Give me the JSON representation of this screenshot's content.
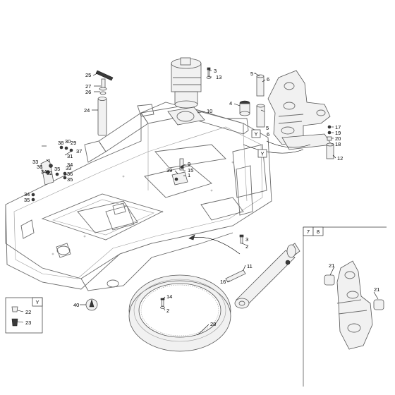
{
  "labels": [
    {
      "id": "l25a",
      "text": "25"
    },
    {
      "id": "l27",
      "text": "27"
    },
    {
      "id": "l26",
      "text": "26"
    },
    {
      "id": "l24",
      "text": "24"
    },
    {
      "id": "l3a",
      "text": "3"
    },
    {
      "id": "l13",
      "text": "13"
    },
    {
      "id": "l10",
      "text": "10"
    },
    {
      "id": "l5",
      "text": "5"
    },
    {
      "id": "l6a",
      "text": "6"
    },
    {
      "id": "l4",
      "text": "4"
    },
    {
      "id": "l6b",
      "text": "6"
    },
    {
      "id": "l5b",
      "text": "5"
    },
    {
      "id": "l17",
      "text": "17"
    },
    {
      "id": "l19",
      "text": "19"
    },
    {
      "id": "l20",
      "text": "20"
    },
    {
      "id": "l18",
      "text": "18"
    },
    {
      "id": "l12",
      "text": "12"
    },
    {
      "id": "l38",
      "text": "38"
    },
    {
      "id": "l30",
      "text": "30"
    },
    {
      "id": "l29",
      "text": "29"
    },
    {
      "id": "l37",
      "text": "37"
    },
    {
      "id": "l31",
      "text": "31"
    },
    {
      "id": "l33a",
      "text": "33"
    },
    {
      "id": "l36a",
      "text": "36"
    },
    {
      "id": "l34a",
      "text": "34"
    },
    {
      "id": "l32",
      "text": "32"
    },
    {
      "id": "l35a",
      "text": "35"
    },
    {
      "id": "l34b",
      "text": "34"
    },
    {
      "id": "l36b",
      "text": "36"
    },
    {
      "id": "l35b",
      "text": "35"
    },
    {
      "id": "l33b",
      "text": "33"
    },
    {
      "id": "l34c",
      "text": "34"
    },
    {
      "id": "l35c",
      "text": "35"
    },
    {
      "id": "l9",
      "text": "9"
    },
    {
      "id": "l15",
      "text": "15"
    },
    {
      "id": "l1",
      "text": "1"
    },
    {
      "id": "l39",
      "text": "39"
    },
    {
      "id": "l3b",
      "text": "3"
    },
    {
      "id": "l2a",
      "text": "2"
    },
    {
      "id": "l11",
      "text": "11"
    },
    {
      "id": "l16",
      "text": "16"
    },
    {
      "id": "l14",
      "text": "14"
    },
    {
      "id": "l2b",
      "text": "2"
    },
    {
      "id": "l40",
      "text": "40"
    },
    {
      "id": "l28",
      "text": "28"
    },
    {
      "id": "l22",
      "text": "22"
    },
    {
      "id": "l23",
      "text": "23"
    },
    {
      "id": "l21a",
      "text": "21"
    },
    {
      "id": "l21b",
      "text": "21"
    }
  ],
  "reference_boxes": [
    {
      "id": "y1",
      "text": "Y"
    },
    {
      "id": "y2",
      "text": "Y"
    },
    {
      "id": "y3",
      "text": "Y"
    },
    {
      "id": "b7",
      "text": "7"
    },
    {
      "id": "b8",
      "text": "8"
    }
  ]
}
